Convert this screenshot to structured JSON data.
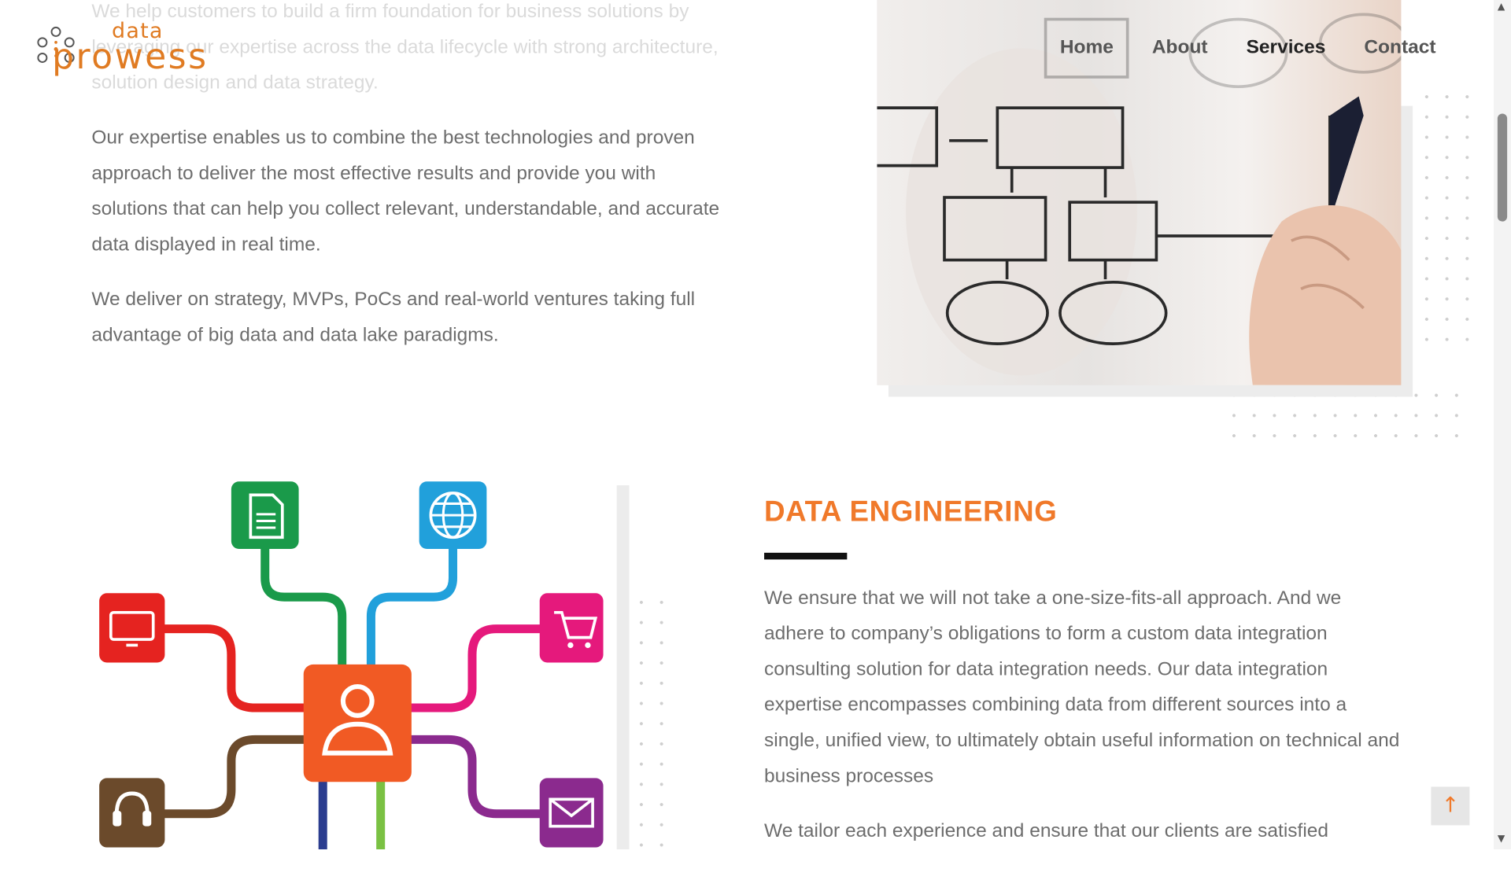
{
  "brand": {
    "top": "data",
    "main": "prowess",
    "color": "#e07b22"
  },
  "nav": {
    "items": [
      "Home",
      "About",
      "Services",
      "Contact"
    ],
    "active": "Services"
  },
  "intro": {
    "faded_text": "We help customers to build a firm foundation for business solutions by leveraging our expertise across the data lifecycle with strong architecture, solution design and data strategy.",
    "p1": "Our expertise enables us to combine the best technologies and proven approach to deliver the most effective results and provide you with solutions that can help you collect relevant, understandable, and accurate data displayed in real time.",
    "p2": "We deliver on strategy, MVPs, PoCs and real-world ventures taking full advantage of big data and data lake paradigms."
  },
  "engineering": {
    "title": "DATA ENGINEERING",
    "p1": "We ensure that we will not take a one-size-fits-all approach. And we adhere to company’s obligations to form a custom data integration consulting solution for data integration needs. Our data integration expertise encompasses combining data from different sources into a single, unified view, to ultimately obtain useful information on technical and business processes",
    "p2": "We tailor each experience and ensure that our clients are satisfied"
  },
  "colors": {
    "accent": "#f0792a"
  },
  "icons": [
    "document-icon",
    "globe-icon",
    "monitor-icon",
    "cart-icon",
    "user-icon",
    "headset-icon",
    "mail-icon"
  ],
  "scroll_top_label": "↑"
}
